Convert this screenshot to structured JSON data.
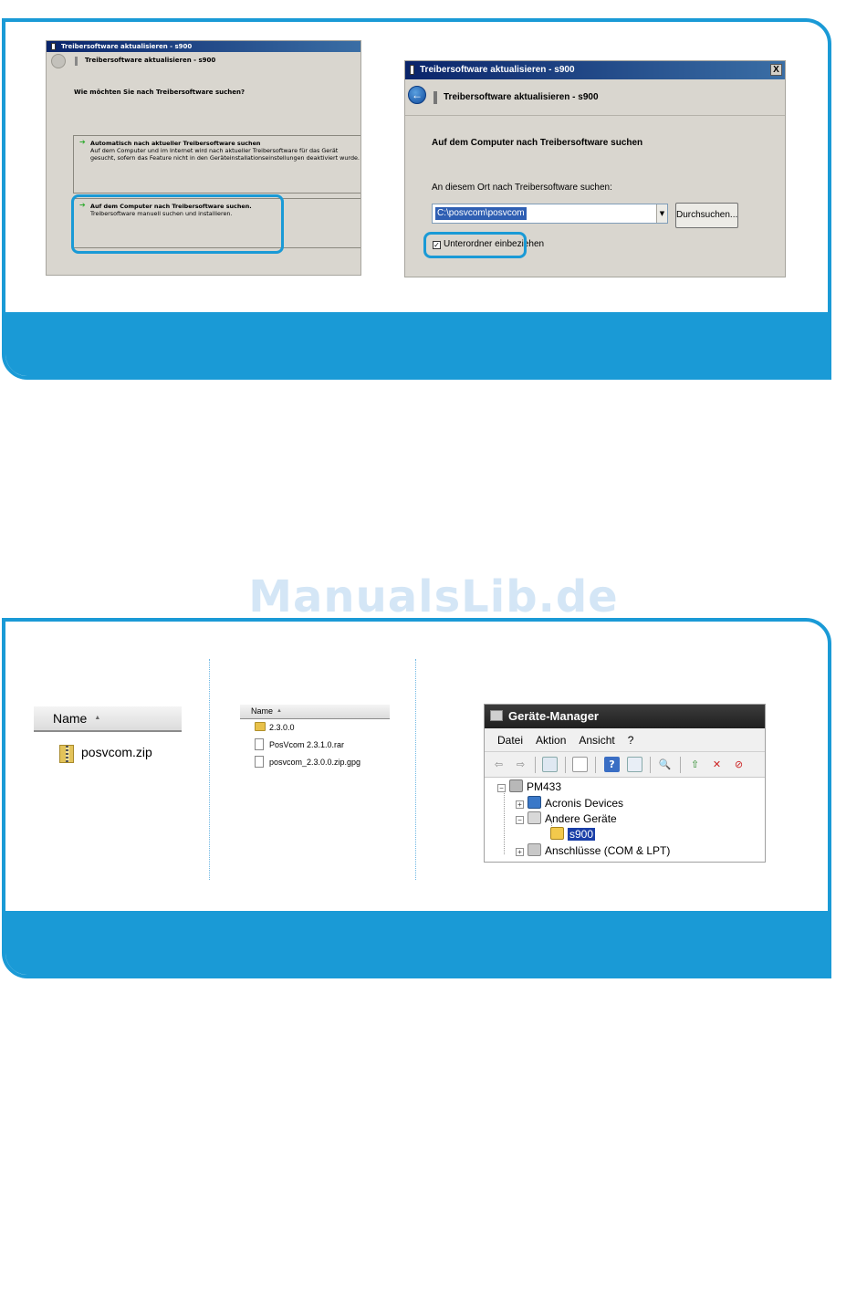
{
  "watermark": "ManualsLib.de",
  "dialog_small": {
    "title": "Treibersoftware aktualisieren - s900",
    "subtitle": "Treibersoftware aktualisieren - s900",
    "question": "Wie möchten Sie nach Treibersoftware suchen?",
    "option_auto": {
      "heading": "Automatisch nach aktueller Treibersoftware suchen",
      "text": "Auf dem Computer und im Internet wird nach aktueller Treibersoftware für das Gerät gesucht, sofern das Feature nicht in den Geräteinstallationseinstellungen deaktiviert wurde."
    },
    "option_manual": {
      "heading": "Auf dem Computer nach Treibersoftware suchen.",
      "text": "Treibersoftware manuell suchen und installieren."
    }
  },
  "dialog_large": {
    "title": "Treibersoftware aktualisieren - s900",
    "close": "X",
    "subtitle": "Treibersoftware aktualisieren - s900",
    "section": "Auf dem Computer nach Treibersoftware suchen",
    "location_label": "An diesem Ort nach Treibersoftware suchen:",
    "location_value": "C:\\posvcom\\posvcom",
    "browse_label": "Durchsuchen...",
    "subfolders_label": "Unterordner einbeziehen",
    "subfolders_checked": true
  },
  "explorer_zip": {
    "column": "Name",
    "file": "posvcom.zip"
  },
  "explorer_folder": {
    "column": "Name",
    "items": [
      "2.3.0.0",
      "PosVcom 2.3.1.0.rar",
      "posvcom_2.3.0.0.zip.gpg"
    ]
  },
  "device_manager": {
    "title": "Geräte-Manager",
    "menu": [
      "Datei",
      "Aktion",
      "Ansicht",
      "?"
    ],
    "tree": {
      "root": "PM433",
      "acronis": "Acronis Devices",
      "other": "Andere Geräte",
      "device": "s900",
      "ports": "Anschlüsse (COM & LPT)"
    }
  },
  "colors": {
    "accent": "#1a9ad6",
    "selection": "#1a3fa8"
  }
}
